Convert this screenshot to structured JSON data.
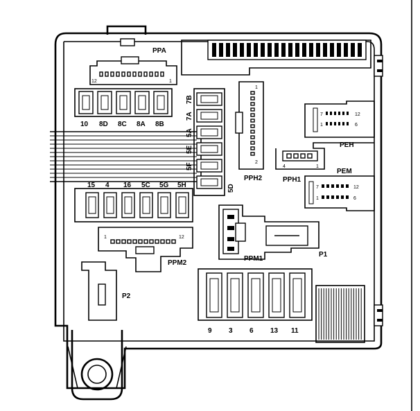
{
  "connectors": {
    "ppa": "PPA",
    "ppm2": "PPM2",
    "ppm1": "PPM1",
    "pph1": "PPH1",
    "pph2": "PPH2",
    "peh": "PEH",
    "pem": "PEM",
    "p1": "P1",
    "p2": "P2"
  },
  "pin_numbers": {
    "ppa_left": "12",
    "ppa_right": "1",
    "ppm2_left": "1",
    "ppm2_right": "12",
    "pph1_left": "4",
    "pph1_right": "1",
    "peh_top_left": "7",
    "peh_top_right": "12",
    "peh_bottom_left": "1",
    "peh_bottom_right": "6",
    "pem_top_left": "7",
    "pem_top_right": "12",
    "pem_bottom_left": "1",
    "pem_bottom_right": "6",
    "pph2_top": "1",
    "pph2_bottom": "2"
  },
  "fuse_rows": {
    "top_row": [
      "10",
      "8D",
      "8C",
      "8A",
      "8B"
    ],
    "middle_row": [
      "15",
      "4",
      "16",
      "5C",
      "5G",
      "5H"
    ],
    "vertical_column": [
      "7B",
      "7A",
      "5A",
      "5E",
      "5F",
      "5D"
    ],
    "bottom_row": [
      "9",
      "3",
      "6",
      "13",
      "11"
    ]
  }
}
